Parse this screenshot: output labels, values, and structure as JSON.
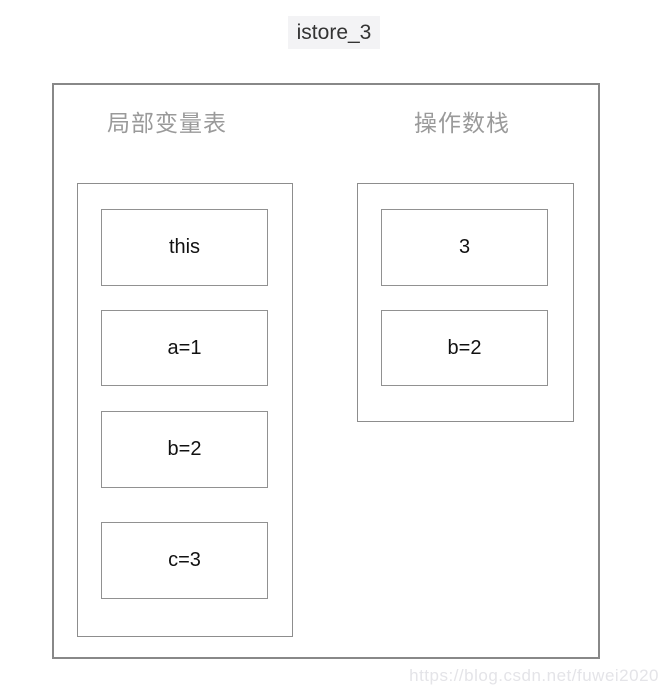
{
  "title": "istore_3",
  "local_variable_table": {
    "header": "局部变量表",
    "slots": [
      "this",
      "a=1",
      "b=2",
      "c=3"
    ]
  },
  "operand_stack": {
    "header": "操作数栈",
    "slots": [
      "3",
      "b=2"
    ]
  },
  "watermark": "https://blog.csdn.net/fuwei2020",
  "colors": {
    "frame_border": "#888888",
    "cell_border": "#919191",
    "header_text": "#9a9a9a",
    "cell_text": "#111111",
    "title_background": "#f3f3f5",
    "title_text": "#333333",
    "watermark_text": "#e4e4e8"
  }
}
